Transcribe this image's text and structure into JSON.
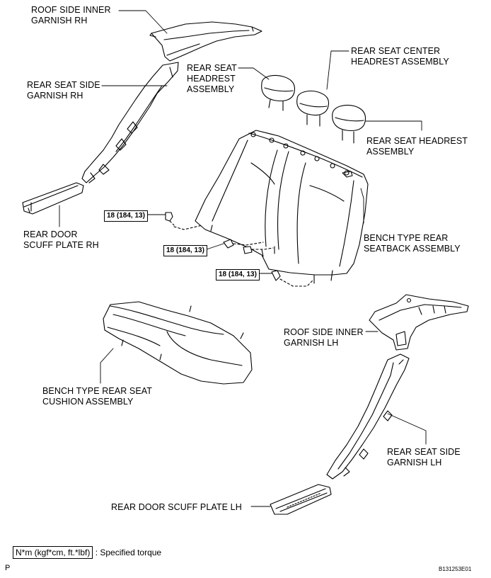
{
  "labels": {
    "roof_side_inner_garnish_rh": [
      "ROOF SIDE INNER",
      "GARNISH RH"
    ],
    "rear_seat_side_garnish_rh": [
      "REAR SEAT SIDE",
      "GARNISH RH"
    ],
    "rear_door_scuff_plate_rh": [
      "REAR DOOR",
      "SCUFF PLATE RH"
    ],
    "rear_seat_headrest_left": [
      "REAR SEAT",
      "HEADREST",
      "ASSEMBLY"
    ],
    "rear_seat_center_headrest": [
      "REAR SEAT CENTER",
      "HEADREST ASSEMBLY"
    ],
    "rear_seat_headrest_right": [
      "REAR SEAT HEADREST",
      "ASSEMBLY"
    ],
    "bench_type_rear_seatback": [
      "BENCH TYPE REAR",
      "SEATBACK ASSEMBLY"
    ],
    "bench_type_rear_seat_cushion": [
      "BENCH TYPE REAR SEAT",
      "CUSHION ASSEMBLY"
    ],
    "roof_side_inner_garnish_lh": [
      "ROOF SIDE INNER",
      "GARNISH LH"
    ],
    "rear_seat_side_garnish_lh": [
      "REAR SEAT SIDE",
      "GARNISH LH"
    ],
    "rear_door_scuff_plate_lh": "REAR DOOR SCUFF PLATE LH"
  },
  "torque_specs": [
    "18 (184, 13)",
    "18 (184, 13)",
    "18 (184, 13)"
  ],
  "legend": {
    "unit_box": "N*m (kgf*cm, ft.*lbf)",
    "description": ": Specified torque"
  },
  "corner_text": {
    "bottom_left": "P",
    "bottom_right": "B131253E01"
  }
}
